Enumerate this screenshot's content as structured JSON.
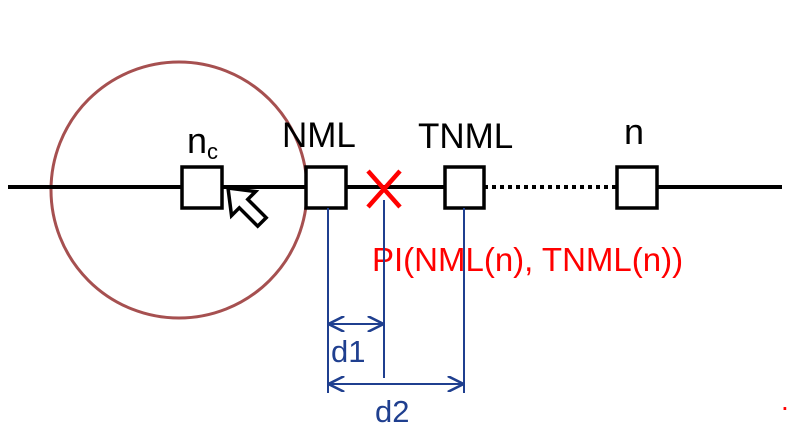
{
  "labels": {
    "nc_main": "n",
    "nc_sub": "c",
    "nml": "NML",
    "tnml": "TNML",
    "n": "n",
    "pi": "PI(NML(n), TNML(n))",
    "d1": "d1",
    "d2": "d2",
    "dot": "."
  },
  "colors": {
    "line": "#000000",
    "circle": "#a65050",
    "cross": "#ff0000",
    "pi_text": "#ff0000",
    "dimension": "#1f3f8f"
  },
  "icons": {
    "pointer": "mouse-cursor-icon",
    "cross": "cross-icon"
  }
}
